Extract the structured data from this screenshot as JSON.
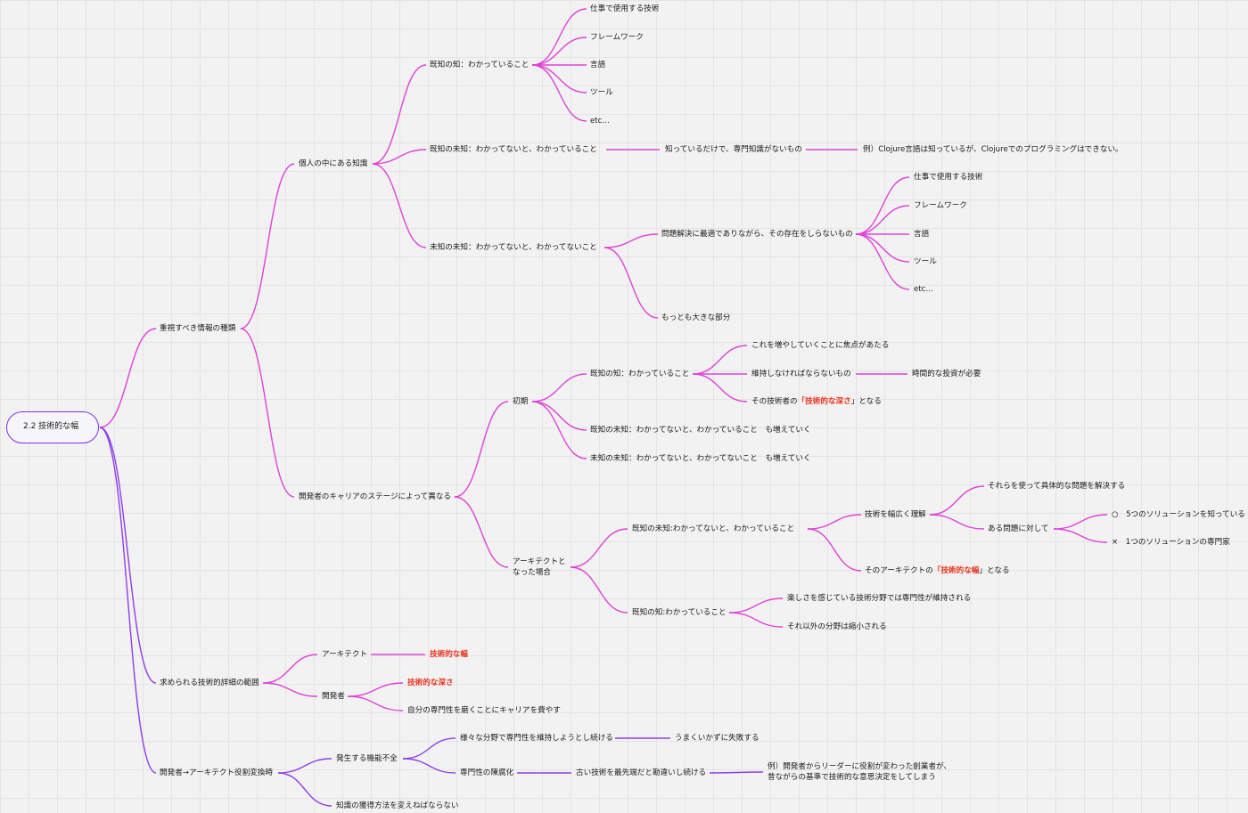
{
  "colors": {
    "branch": "#e041d9",
    "root_branch": "#8e3ee8",
    "emphasis": "#e8321e",
    "root_border": "#7b2ff0"
  },
  "root": "2.2 技術的な幅",
  "nodes": {
    "n1": "重視すべき情報の種類",
    "n2": "個人の中にある知識",
    "n3": "既知の知：わかっていること",
    "n4": "仕事で使用する技術",
    "n5": "フレームワーク",
    "n6": "言語",
    "n7": "ツール",
    "n8": "etc…",
    "n9": "既知の未知：わかってないと、わかっていること",
    "n10": "知っているだけで、専門知識がないもの",
    "n11": "例）Clojure言語は知っているが、Clojureでのプログラミングはできない。",
    "n12": "未知の未知：わかってないと、わかってないこと",
    "n13": "問題解決に最適でありながら、その存在をしらないもの",
    "n14": "仕事で使用する技術",
    "n15": "フレームワーク",
    "n16": "言語",
    "n17": "ツール",
    "n18": "etc…",
    "n19": "もっとも大きな部分",
    "n20": "開発者のキャリアのステージによって異なる",
    "n21": "初期",
    "n22": "既知の知：わかっていること",
    "n23": "これを増やしていくことに焦点があたる",
    "n24": "維持しなければならないもの",
    "n25": "時間的な投資が必要",
    "n26a": "その技術者の",
    "n26b": "「技術的な深さ",
    "n26c": "」となる",
    "n27": "既知の未知：わかってないと、わかっていること　も増えていく",
    "n28": "未知の未知：わかってないと、わかってないこと　も増えていく",
    "n29a": "アーキテクトと",
    "n29b": "なった場合",
    "n30": "既知の未知:わかってないと、わかっていること",
    "n31": "技術を幅広く理解",
    "n32": "それらを使って具体的な問題を解決する",
    "n33": "ある問題に対して",
    "n34": "○　5つのソリューションを知っている",
    "n35": "×　1つのソリューションの専門家",
    "n36a": "そのアーキテクトの",
    "n36b": "「技術的な幅",
    "n36c": "」となる",
    "n37": "既知の知:わかっていること",
    "n38": "楽しさを感じている技術分野では専門性が維持される",
    "n39": "それ以外の分野は縮小される",
    "n40": "求められる技術的詳細の範囲",
    "n41": "アーキテクト",
    "n42": "技術的な幅",
    "n43": "開発者",
    "n44": "技術的な深さ",
    "n45": "自分の専門性を磨くことにキャリアを費やす",
    "n46": "開発者→アーキテクト役割変換時",
    "n47": "発生する機能不全",
    "n48": "様々な分野で専門性を維持しようとし続ける",
    "n49": "うまくいかずに失敗する",
    "n50": "専門性の陳腐化",
    "n51": "古い技術を最先端だと勘違いし続ける",
    "n52a": "例）開発者からリーダーに役割が変わった創業者が、",
    "n52b": "昔ながらの基準で技術的な意思決定をしてしまう",
    "n53": "知識の獲得方法を変えねばならない"
  }
}
